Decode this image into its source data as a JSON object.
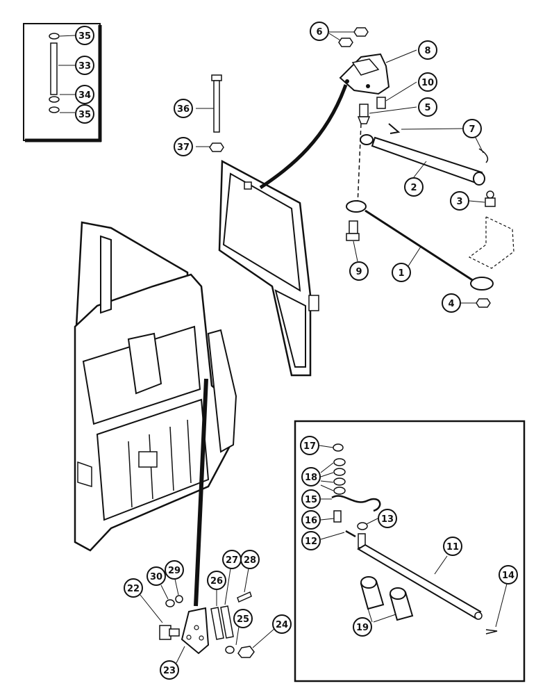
{
  "diagram": {
    "callouts": {
      "c1": "1",
      "c2": "2",
      "c3": "3",
      "c4": "4",
      "c5": "5",
      "c6": "6",
      "c7": "7",
      "c8": "8",
      "c9": "9",
      "c10": "10",
      "c11": "11",
      "c12": "12",
      "c13": "13",
      "c14": "14",
      "c15": "15",
      "c16": "16",
      "c17": "17",
      "c18": "18",
      "c19": "19",
      "c22": "22",
      "c23": "23",
      "c24": "24",
      "c25": "25",
      "c26": "26",
      "c27": "27",
      "c28": "28",
      "c29": "29",
      "c30": "30",
      "c33": "33",
      "c34": "34",
      "c35a": "35",
      "c35b": "35",
      "c36": "36",
      "c37": "37"
    }
  }
}
